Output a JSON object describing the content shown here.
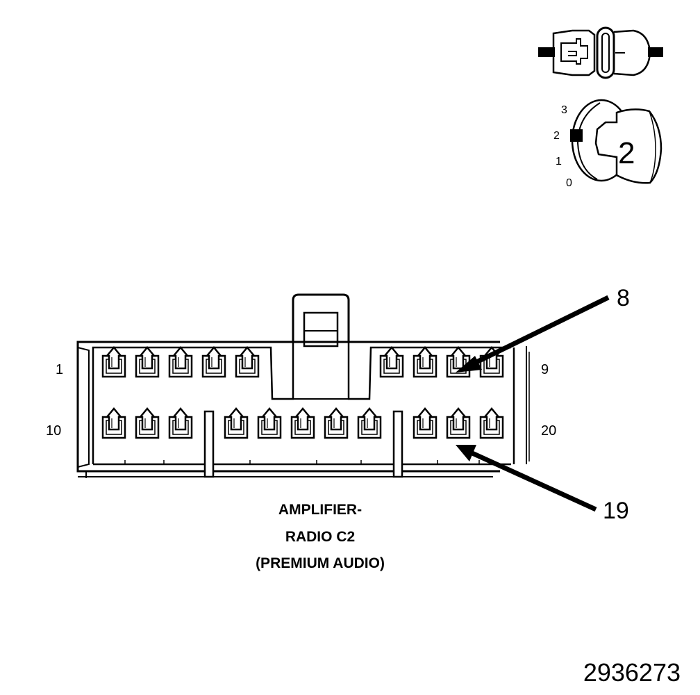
{
  "connector": {
    "title_line1": "AMPLIFIER-",
    "title_line2": "RADIO C2",
    "title_line3": "(PREMIUM AUDIO)"
  },
  "pin_labels": {
    "top_left": "1",
    "top_right": "9",
    "bottom_left": "10",
    "bottom_right": "20"
  },
  "callouts": [
    {
      "label": "8",
      "pin": 8
    },
    {
      "label": "19",
      "pin": 19
    }
  ],
  "legend": {
    "position_numbers": [
      "3",
      "2",
      "1",
      "0"
    ],
    "selected_position": "2",
    "key_label": "2"
  },
  "figure_number": "2936273"
}
